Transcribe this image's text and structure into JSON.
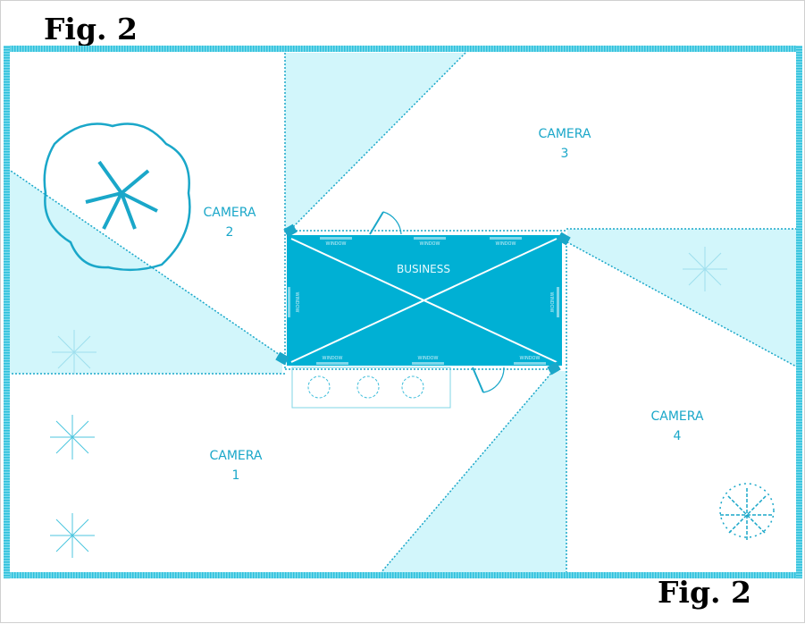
{
  "figure_label_top": "Fig. 2",
  "figure_label_bottom": "Fig. 2",
  "building": {
    "label": "BUSINESS",
    "windows": [
      "WINDOW",
      "WINDOW",
      "WINDOW",
      "WINDOW",
      "WINDOW",
      "WINDOW",
      "WINDOW",
      "WINDOW"
    ]
  },
  "cameras": [
    {
      "word": "CAMERA",
      "num": "1"
    },
    {
      "word": "CAMERA",
      "num": "2"
    },
    {
      "word": "CAMERA",
      "num": "3"
    },
    {
      "word": "CAMERA",
      "num": "4"
    }
  ],
  "colors": {
    "accent": "#00b0d4",
    "coverage": "#d2f6fb",
    "line": "#1aa7c9"
  }
}
